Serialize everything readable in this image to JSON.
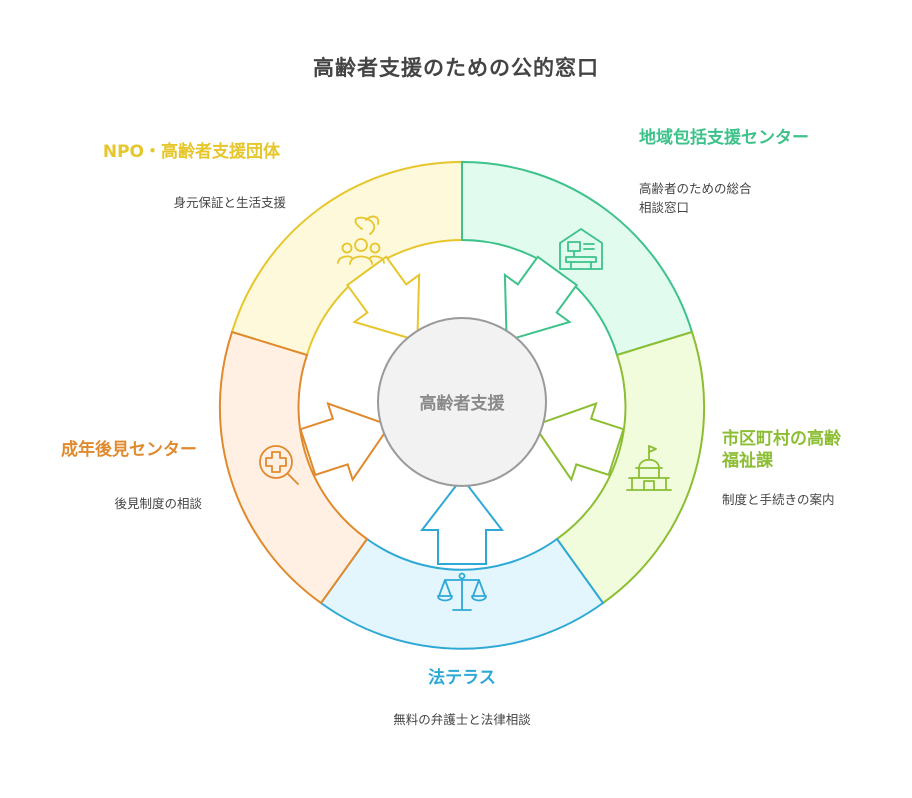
{
  "title": "高齢者支援のための公的窓口",
  "center": {
    "label": "高齢者支援"
  },
  "segments": [
    {
      "id": "npo",
      "heading": "NPO・高齢者支援団体",
      "description": "身元保証と生活支援",
      "icon": "people-group-icon",
      "color": "#E6C62B",
      "fill": "#FFF9DB"
    },
    {
      "id": "chiiki",
      "heading": "地域包括支援センター",
      "description_lines": [
        "高齢者のための総合",
        "相談窓口"
      ],
      "icon": "service-desk-icon",
      "color": "#3DC28A",
      "fill": "#E1FBEF"
    },
    {
      "id": "shichoson",
      "heading_lines": [
        "市区町村の高齢",
        "福祉課"
      ],
      "description": "制度と手続きの案内",
      "icon": "city-hall-icon",
      "color": "#8CBE33",
      "fill": "#F1FCDD"
    },
    {
      "id": "hoterasu",
      "heading": "法テラス",
      "description": "無料の弁護士と法律相談",
      "icon": "scales-icon",
      "color": "#2EA9D6",
      "fill": "#E4F6FD"
    },
    {
      "id": "seinen",
      "heading": "成年後見センター",
      "description": "後見制度の相談",
      "icon": "medical-search-icon",
      "color": "#E08A2E",
      "fill": "#FFF0E3"
    }
  ]
}
